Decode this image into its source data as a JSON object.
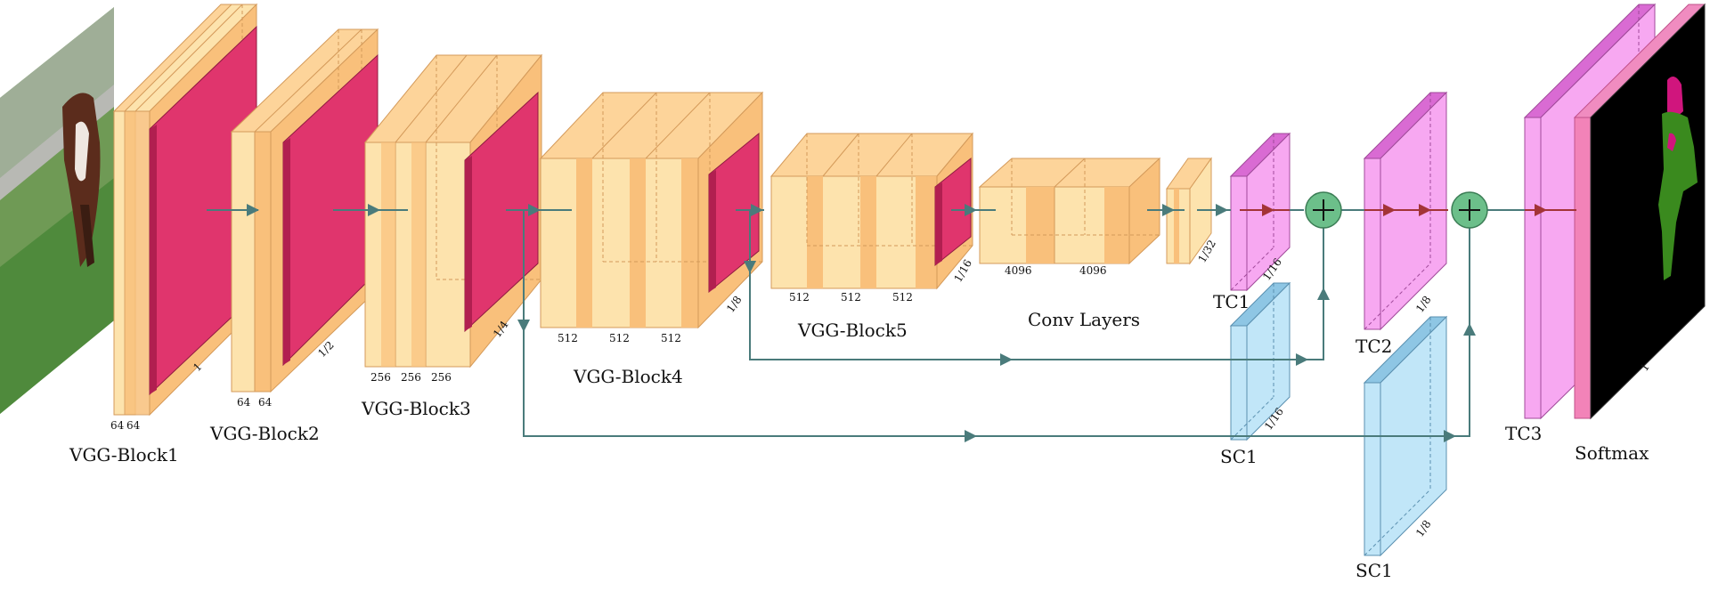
{
  "colors": {
    "conv_face": "#fde3ad",
    "conv_side": "#f9c07b",
    "conv_top": "#fdd49a",
    "pool": "#e0356d",
    "pool_side": "#b11f50",
    "tc": "#f7a8f1",
    "tc_side": "#d96bd3",
    "sc": "#c1e6f8",
    "sc_side": "#8ec6e4",
    "arrow": "#4a7b7b",
    "red_arrow": "#a33437",
    "sum_node": "#6cbf8a"
  },
  "blocks": {
    "b1": {
      "label": "VGG-Block1",
      "ch": [
        "64",
        "64"
      ],
      "scale": "1"
    },
    "b2": {
      "label": "VGG-Block2",
      "ch": [
        "64",
        "64"
      ],
      "scale": "1/2"
    },
    "b3": {
      "label": "VGG-Block3",
      "ch": [
        "256",
        "256",
        "256"
      ],
      "scale": "1/4"
    },
    "b4": {
      "label": "VGG-Block4",
      "ch": [
        "512",
        "512",
        "512"
      ],
      "scale": "1/8"
    },
    "b5": {
      "label": "VGG-Block5",
      "ch": [
        "512",
        "512",
        "512"
      ],
      "scale": "1/16"
    },
    "conv": {
      "label": "Conv Layers",
      "ch": [
        "4096",
        "4096"
      ],
      "scale": "1/32"
    }
  },
  "decoder": {
    "tc1": {
      "label": "TC1",
      "scale": "1/16"
    },
    "sc1_top": {
      "label": "SC1",
      "scale": "1/16"
    },
    "tc2": {
      "label": "TC2",
      "scale": "1/8"
    },
    "sc1_bottom": {
      "label": "SC1",
      "scale": "1/8"
    },
    "tc3": {
      "label": "TC3"
    },
    "softmax": {
      "label": "Softmax",
      "scale": "1"
    }
  },
  "icons": {
    "input": "cow-photo",
    "output": "segmentation-mask",
    "sum": "plus-circle-icon"
  }
}
